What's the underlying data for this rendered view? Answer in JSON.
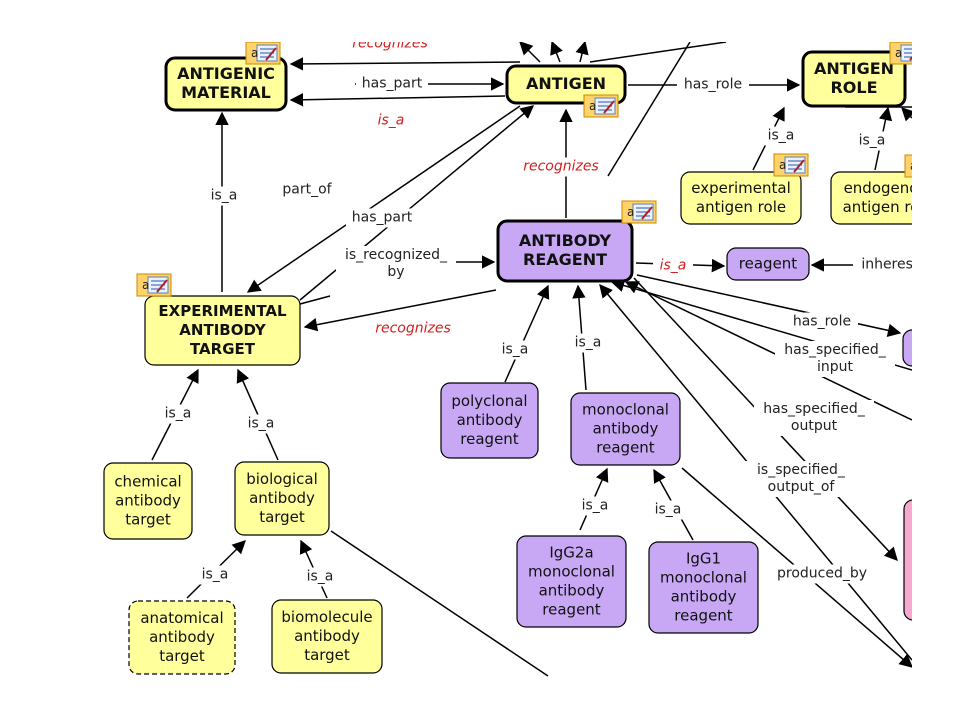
{
  "colors": {
    "yellow": "#ffff9c",
    "purple": "#c8a8f4",
    "pink": "#f7a8cf",
    "edge": "#000000",
    "rel_red": "#d42020",
    "note_bg": "#ffd36a",
    "note_border": "#c88a00"
  },
  "nodes": [
    {
      "id": "antigenic_material",
      "lines": [
        "ANTIGENIC",
        "MATERIAL"
      ],
      "style": "yellow",
      "bold": true,
      "thick": true
    },
    {
      "id": "antigen",
      "lines": [
        "ANTIGEN"
      ],
      "style": "yellow",
      "bold": true,
      "thick": true
    },
    {
      "id": "antigen_role",
      "lines": [
        "ANTIGEN",
        "ROLE"
      ],
      "style": "yellow",
      "bold": true,
      "thick": true
    },
    {
      "id": "experimental_antigen_role",
      "lines": [
        "experimental",
        "antigen role"
      ],
      "style": "yellow"
    },
    {
      "id": "endogenous_antigen_role",
      "lines": [
        "endogeno",
        "antigen ro"
      ],
      "style": "yellow"
    },
    {
      "id": "antibody_reagent",
      "lines": [
        "ANTIBODY",
        "REAGENT"
      ],
      "style": "purple",
      "bold": true,
      "thick": true
    },
    {
      "id": "reagent",
      "lines": [
        "reagent"
      ],
      "style": "purple"
    },
    {
      "id": "experimental_antibody_target",
      "lines": [
        "EXPERIMENTAL",
        "ANTIBODY",
        "TARGET"
      ],
      "style": "yellow",
      "bold": true
    },
    {
      "id": "polyclonal",
      "lines": [
        "polyclonal",
        "antibody",
        "reagent"
      ],
      "style": "purple"
    },
    {
      "id": "monoclonal",
      "lines": [
        "monoclonal",
        "antibody",
        "reagent"
      ],
      "style": "purple"
    },
    {
      "id": "igg2a",
      "lines": [
        "IgG2a",
        "monoclonal",
        "antibody",
        "reagent"
      ],
      "style": "purple"
    },
    {
      "id": "igg1",
      "lines": [
        "IgG1",
        "monoclonal",
        "antibody",
        "reagent"
      ],
      "style": "purple"
    },
    {
      "id": "chemical",
      "lines": [
        "chemical",
        "antibody",
        "target"
      ],
      "style": "yellow"
    },
    {
      "id": "biological",
      "lines": [
        "biological",
        "antibody",
        "target"
      ],
      "style": "yellow"
    },
    {
      "id": "anatomical",
      "lines": [
        "anatomical",
        "antibody",
        "target"
      ],
      "style": "yellow",
      "dashed": true
    },
    {
      "id": "biomolecule",
      "lines": [
        "biomolecule",
        "antibody",
        "target"
      ],
      "style": "yellow"
    },
    {
      "id": "right_purple",
      "lines": [],
      "style": "purple"
    },
    {
      "id": "right_pink",
      "lines": [],
      "style": "pink"
    }
  ],
  "edge_labels": [
    {
      "id": "recognizes_top",
      "text": "recognizes",
      "red": true
    },
    {
      "id": "has_part_top",
      "text": "has_part"
    },
    {
      "id": "is_a_am",
      "text": "is_a",
      "red": true
    },
    {
      "id": "has_role",
      "text": "has_role"
    },
    {
      "id": "is_a_ear",
      "text": "is_a"
    },
    {
      "id": "is_a_endo",
      "text": "is_a"
    },
    {
      "id": "recognizes_mid",
      "text": "recognizes",
      "red": true
    },
    {
      "id": "is_a_eat_am",
      "text": "is_a"
    },
    {
      "id": "part_of",
      "text": "part_of"
    },
    {
      "id": "has_part_mid",
      "text": "has_part"
    },
    {
      "id": "is_recognized_by",
      "lines": [
        "is_recognized_",
        "by"
      ]
    },
    {
      "id": "is_a_reagent",
      "text": "is_a",
      "red": true
    },
    {
      "id": "inheres_in",
      "text": "inheres_in"
    },
    {
      "id": "recognizes_eat",
      "text": "recognizes",
      "red": true
    },
    {
      "id": "has_role_ar",
      "text": "has_role"
    },
    {
      "id": "has_specified_input",
      "lines": [
        "has_specified_",
        "input"
      ]
    },
    {
      "id": "has_specified_output",
      "lines": [
        "has_specified_",
        "output"
      ]
    },
    {
      "id": "is_specified_output_of",
      "lines": [
        "is_specified_",
        "output_of"
      ]
    },
    {
      "id": "is_a_poly",
      "text": "is_a"
    },
    {
      "id": "is_a_mono",
      "text": "is_a"
    },
    {
      "id": "is_a_igg2a",
      "text": "is_a"
    },
    {
      "id": "is_a_igg1",
      "text": "is_a"
    },
    {
      "id": "produced_by",
      "text": "produced_by"
    },
    {
      "id": "is_a_chem",
      "text": "is_a"
    },
    {
      "id": "is_a_bio",
      "text": "is_a"
    },
    {
      "id": "is_a_anat",
      "text": "is_a"
    },
    {
      "id": "is_a_biomol",
      "text": "is_a"
    }
  ],
  "note_icon_glyph": "a"
}
